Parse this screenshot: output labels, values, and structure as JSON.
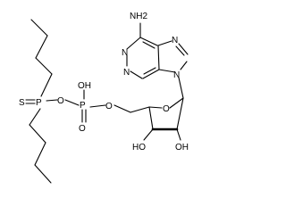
{
  "structure": {
    "atom_labels": {
      "nh2": "NH2",
      "n_ring_1": "N",
      "n_ring_3": "N",
      "n_ring_7": "N",
      "n_ring_9": "N",
      "o_ring": "O",
      "o_c5": "O",
      "p_phosphate": "P",
      "oh_phosphate": "OH",
      "o_double_phosphate": "O",
      "o_bridge": "O",
      "p_thio": "P",
      "s_thio": "S",
      "oh_c3": "HO",
      "oh_c2": "OH"
    }
  }
}
